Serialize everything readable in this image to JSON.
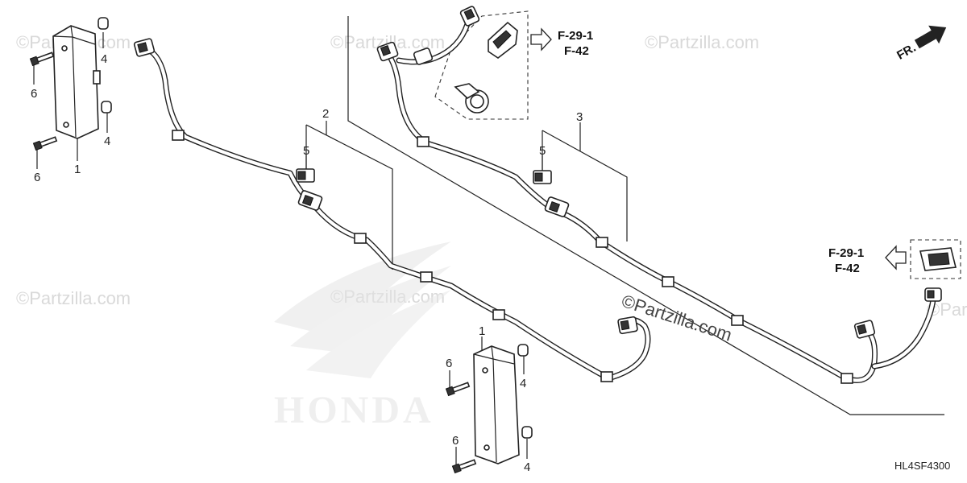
{
  "callouts": {
    "c1a": "1",
    "c1b": "1",
    "c2": "2",
    "c3": "3",
    "c4a": "4",
    "c4b": "4",
    "c4c": "4",
    "c4d": "4",
    "c5a": "5",
    "c5b": "5",
    "c6a": "6",
    "c6b": "6",
    "c6c": "6",
    "c6d": "6"
  },
  "references": {
    "top_line1": "F-29-1",
    "top_line2": "F-42",
    "right_line1": "F-29-1",
    "right_line2": "F-42"
  },
  "front_indicator": "FR.",
  "diagram_code": "HL4SF4300",
  "watermarks": {
    "w1": "©Partzilla.com",
    "w2": "©Partzilla.com",
    "w3": "©Partzilla.com",
    "w4": "©Partzilla.com",
    "w5": "©Partzilla.com",
    "w_center": "©Partzilla.com",
    "w6": "©Partzilla.com"
  },
  "brand_logo_text": "HONDA",
  "colors": {
    "line": "#222222",
    "watermark": "#d9d9d9",
    "logo": "#dedede"
  }
}
